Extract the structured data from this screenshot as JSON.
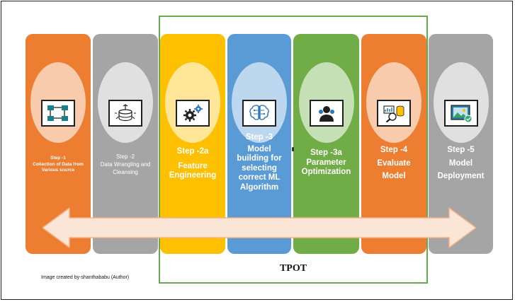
{
  "steps": [
    {
      "id": "step-1",
      "step": "Step -1",
      "lines": [
        "Collection of Data from",
        "Various source"
      ],
      "color": "#ed7d31",
      "circle": "#f8cbad",
      "icon": "flowchart-icon"
    },
    {
      "id": "step-2",
      "step": "Step -2",
      "lines": [
        "Data Wrangling and",
        "Cleansing"
      ],
      "color": "#a5a5a5",
      "circle": "#e0e0e0",
      "icon": "database-cleaning-icon"
    },
    {
      "id": "step-2a",
      "step": "Step -2a",
      "lines": [
        "Feature",
        "Engineering"
      ],
      "color": "#ffc000",
      "circle": "#ffe699",
      "icon": "gears-icon"
    },
    {
      "id": "step-3",
      "step": "Step -3",
      "lines": [
        "Model",
        "building for",
        "selecting",
        "correct ML",
        "Algorithm"
      ],
      "color": "#5b9bd5",
      "circle": "#bdd7ee",
      "icon": "brain-circuit-icon"
    },
    {
      "id": "step-3a",
      "step": "Step -3a",
      "lines": [
        "Parameter",
        "Optimization"
      ],
      "color": "#70ad47",
      "circle": "#c5e0b4",
      "icon": "user-settings-icon"
    },
    {
      "id": "step-4",
      "step": "Step -4",
      "lines": [
        "Evaluate",
        "Model"
      ],
      "color": "#ed7d31",
      "circle": "#f8cbad",
      "icon": "analysis-icon"
    },
    {
      "id": "step-5",
      "step": "Step -5",
      "lines": [
        "Model",
        "Deployment"
      ],
      "color": "#a5a5a5",
      "circle": "#e0e0e0",
      "icon": "deploy-image-icon"
    }
  ],
  "tpot_label": "TPOT",
  "credit": "Image created by-shanthababu (Author)",
  "colors": {
    "tpot_border": "#6aa84f",
    "arrow_fill": "#fbe5d6",
    "arrow_stroke": "#f4b183"
  }
}
